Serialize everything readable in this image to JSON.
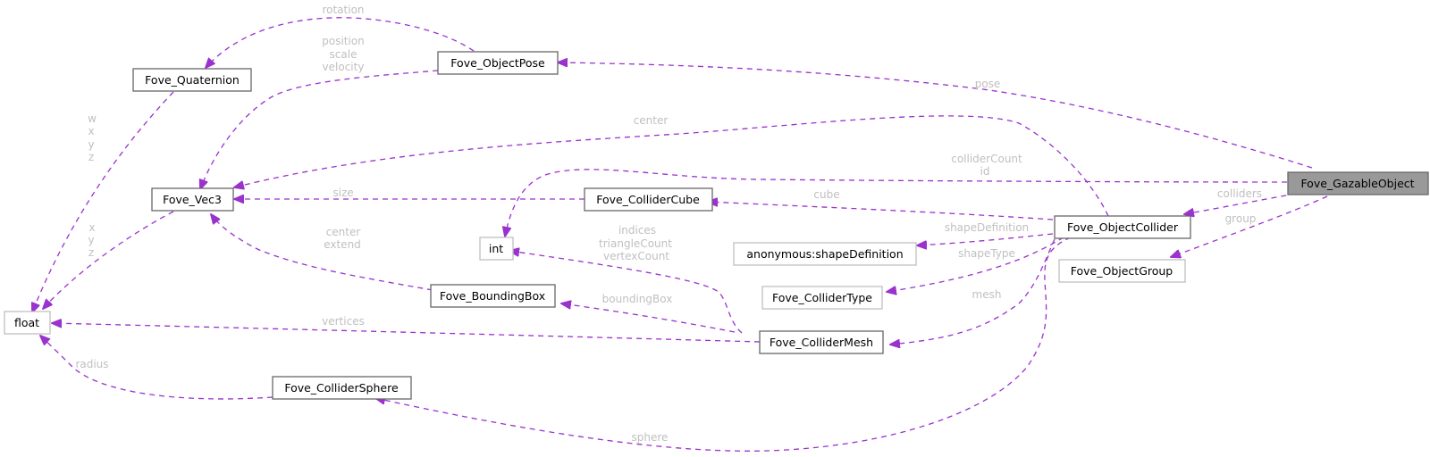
{
  "diagram": {
    "type": "collaboration-graph",
    "focus_node": "Fove_GazableObject",
    "colors": {
      "edge": "#9a32cd",
      "label": "#c0c0c0",
      "focus_fill": "#999999"
    },
    "nodes": {
      "gazable": "Fove_GazableObject",
      "objectPose": "Fove_ObjectPose",
      "quaternion": "Fove_Quaternion",
      "vec3": "Fove_Vec3",
      "float": "float",
      "int": "int",
      "colliderCube": "Fove_ColliderCube",
      "objectCollider": "Fove_ObjectCollider",
      "shapeDefinition": "anonymous:shapeDefinition",
      "colliderType": "Fove_ColliderType",
      "objectGroup": "Fove_ObjectGroup",
      "boundingBox": "Fove_BoundingBox",
      "colliderMesh": "Fove_ColliderMesh",
      "colliderSphere": "Fove_ColliderSphere"
    },
    "edges": [
      {
        "from": "Fove_GazableObject",
        "to": "Fove_ObjectPose",
        "label": [
          "pose"
        ]
      },
      {
        "from": "Fove_GazableObject",
        "to": "int",
        "label": [
          "colliderCount",
          "id"
        ]
      },
      {
        "from": "Fove_GazableObject",
        "to": "Fove_ObjectCollider",
        "label": [
          "colliders"
        ]
      },
      {
        "from": "Fove_GazableObject",
        "to": "Fove_ObjectGroup",
        "label": [
          "group"
        ]
      },
      {
        "from": "Fove_ObjectPose",
        "to": "Fove_Quaternion",
        "label": [
          "rotation"
        ]
      },
      {
        "from": "Fove_ObjectPose",
        "to": "Fove_Vec3",
        "label": [
          "position",
          "scale",
          "velocity"
        ]
      },
      {
        "from": "Fove_Quaternion",
        "to": "float",
        "label": [
          "w",
          "x",
          "y",
          "z"
        ]
      },
      {
        "from": "Fove_Vec3",
        "to": "float",
        "label": [
          "x",
          "y",
          "z"
        ]
      },
      {
        "from": "Fove_ObjectCollider",
        "to": "Fove_Vec3",
        "label": [
          "center"
        ]
      },
      {
        "from": "Fove_ColliderCube",
        "to": "Fove_Vec3",
        "label": [
          "size"
        ]
      },
      {
        "from": "Fove_BoundingBox",
        "to": "Fove_Vec3",
        "label": [
          "center",
          "extend"
        ]
      },
      {
        "from": "Fove_ObjectCollider",
        "to": "Fove_ColliderCube",
        "label": [
          "cube"
        ]
      },
      {
        "from": "Fove_ObjectCollider",
        "to": "anonymous:shapeDefinition",
        "label": [
          "shapeDefinition"
        ]
      },
      {
        "from": "Fove_ObjectCollider",
        "to": "Fove_ColliderType",
        "label": [
          "shapeType"
        ]
      },
      {
        "from": "Fove_ObjectCollider",
        "to": "Fove_ColliderMesh",
        "label": [
          "mesh"
        ]
      },
      {
        "from": "Fove_ObjectCollider",
        "to": "Fove_ColliderSphere",
        "label": [
          "sphere"
        ]
      },
      {
        "from": "Fove_ColliderMesh",
        "to": "int",
        "label": [
          "indices",
          "triangleCount",
          "vertexCount"
        ]
      },
      {
        "from": "Fove_ColliderMesh",
        "to": "Fove_BoundingBox",
        "label": [
          "boundingBox"
        ]
      },
      {
        "from": "Fove_ColliderMesh",
        "to": "float",
        "label": [
          "vertices"
        ]
      },
      {
        "from": "Fove_ColliderSphere",
        "to": "float",
        "label": [
          "radius"
        ]
      }
    ],
    "labels": {
      "pose": "pose",
      "colliderCount": "colliderCount",
      "id": "id",
      "colliders": "colliders",
      "group": "group",
      "rotation": "rotation",
      "position": "position",
      "scale": "scale",
      "velocity": "velocity",
      "w": "w",
      "x": "x",
      "y": "y",
      "z": "z",
      "center": "center",
      "size": "size",
      "extend": "extend",
      "cube": "cube",
      "shapeDefinition": "shapeDefinition",
      "shapeType": "shapeType",
      "mesh": "mesh",
      "sphere": "sphere",
      "indices": "indices",
      "triangleCount": "triangleCount",
      "vertexCount": "vertexCount",
      "boundingBox": "boundingBox",
      "vertices": "vertices",
      "radius": "radius"
    }
  }
}
